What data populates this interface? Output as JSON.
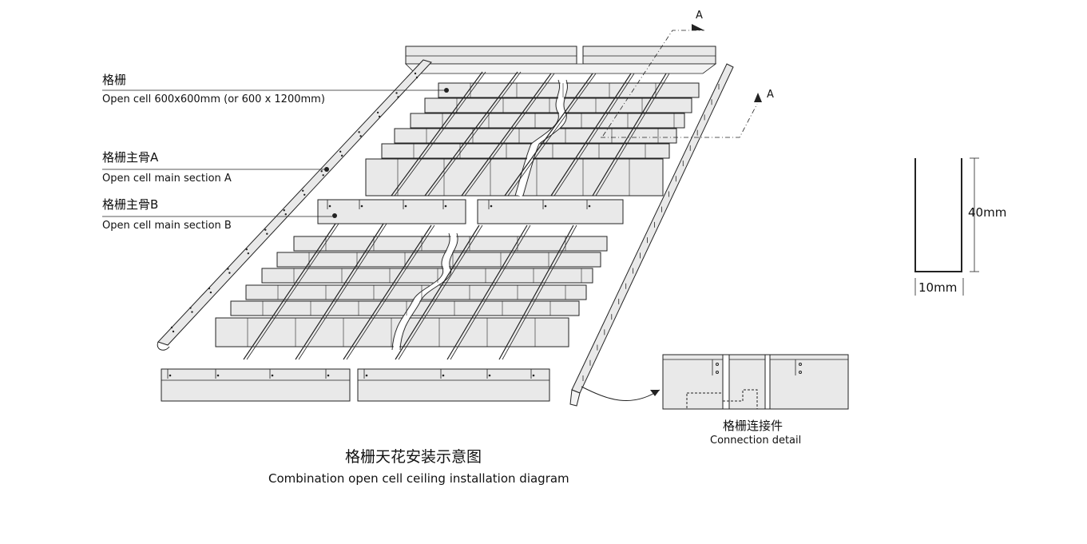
{
  "labels": {
    "grid": {
      "cn": "格栅",
      "en": "Open cell 600x600mm (or 600 x 1200mm)"
    },
    "main_a": {
      "cn": "格栅主骨A",
      "en": "Open cell main section A"
    },
    "main_b": {
      "cn": "格栅主骨B",
      "en": "Open cell main section B"
    },
    "connection": {
      "cn": "格栅连接件",
      "en": "Connection detail"
    },
    "section_marker": "A"
  },
  "title": {
    "cn": "格栅天花安装示意图",
    "en": "Combination open cell ceiling installation diagram"
  },
  "profile": {
    "height_label": "40mm",
    "width_label": "10mm"
  },
  "colors": {
    "line": "#222222",
    "panel_fill": "#e9e9e9",
    "panel_fill_light": "#f3f3f3"
  }
}
